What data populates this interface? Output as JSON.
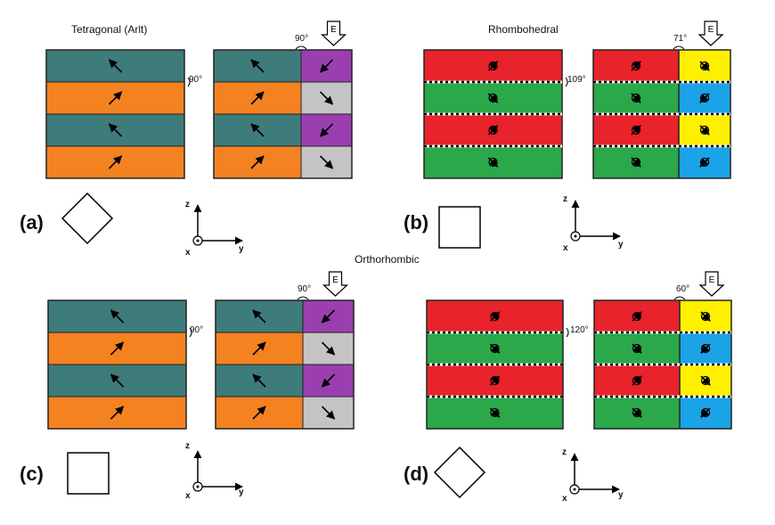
{
  "titles": {
    "tetragonal": "Tetragonal (Arlt)",
    "rhombohedral": "Rhombohedral",
    "orthorhombic": "Orthorhombic"
  },
  "panels": [
    {
      "id": "a",
      "label": "(a)",
      "domain_wall_angle": "90°",
      "switched_angle": "90°",
      "field_label": "E",
      "unit_cell": "diamond"
    },
    {
      "id": "b",
      "label": "(b)",
      "domain_wall_angle": "109°",
      "switched_angle": "71°",
      "field_label": "E",
      "unit_cell": "square"
    },
    {
      "id": "c",
      "label": "(c)",
      "domain_wall_angle": "90°",
      "switched_angle": "90°",
      "field_label": "E",
      "unit_cell": "square"
    },
    {
      "id": "d",
      "label": "(d)",
      "domain_wall_angle": "120°",
      "switched_angle": "60°",
      "field_label": "E",
      "unit_cell": "diamond"
    }
  ],
  "axes": {
    "z": "z",
    "y": "y",
    "x": "x"
  },
  "colors": {
    "teal": "#3e7b7b",
    "orange": "#f58220",
    "purple": "#9b3fb0",
    "gray": "#c4c4c4",
    "red": "#e8232b",
    "green": "#2aa84a",
    "yellow": "#ffef00",
    "blue": "#1aa3e6"
  }
}
